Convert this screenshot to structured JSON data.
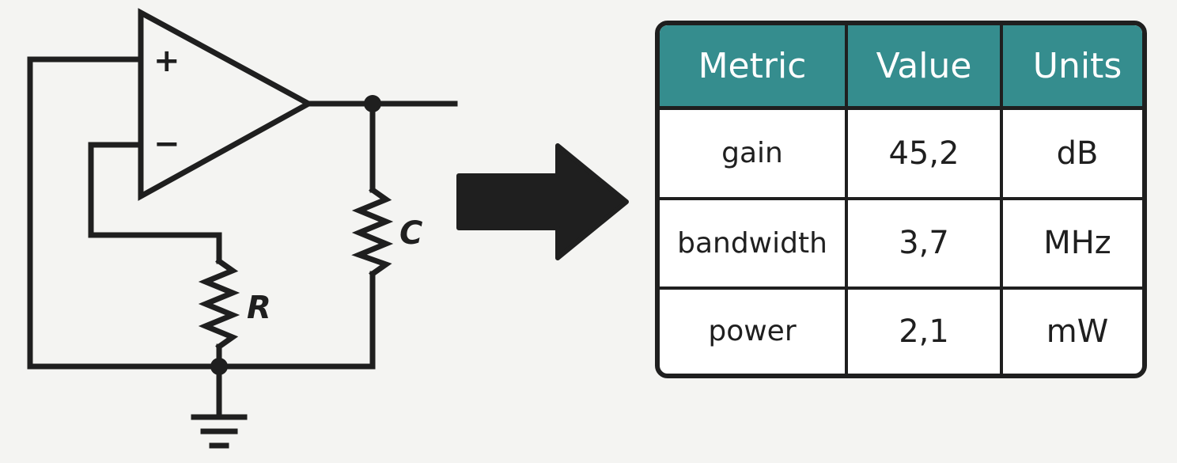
{
  "circuit": {
    "opamp_plus_label": "+",
    "opamp_minus_label": "−",
    "resistor_label": "R",
    "capacitor_label": "C"
  },
  "arrow": {
    "icon": "right-arrow-icon",
    "color": "#1f1f1f"
  },
  "table": {
    "header_color": "#358d8e",
    "headers": [
      "Metric",
      "Value",
      "Units"
    ],
    "rows": [
      {
        "metric": "gain",
        "value": "45,2",
        "units": "dB"
      },
      {
        "metric": "bandwidth",
        "value": "3,7",
        "units": "MHz"
      },
      {
        "metric": "power",
        "value": "2,1",
        "units": "mW"
      }
    ]
  }
}
